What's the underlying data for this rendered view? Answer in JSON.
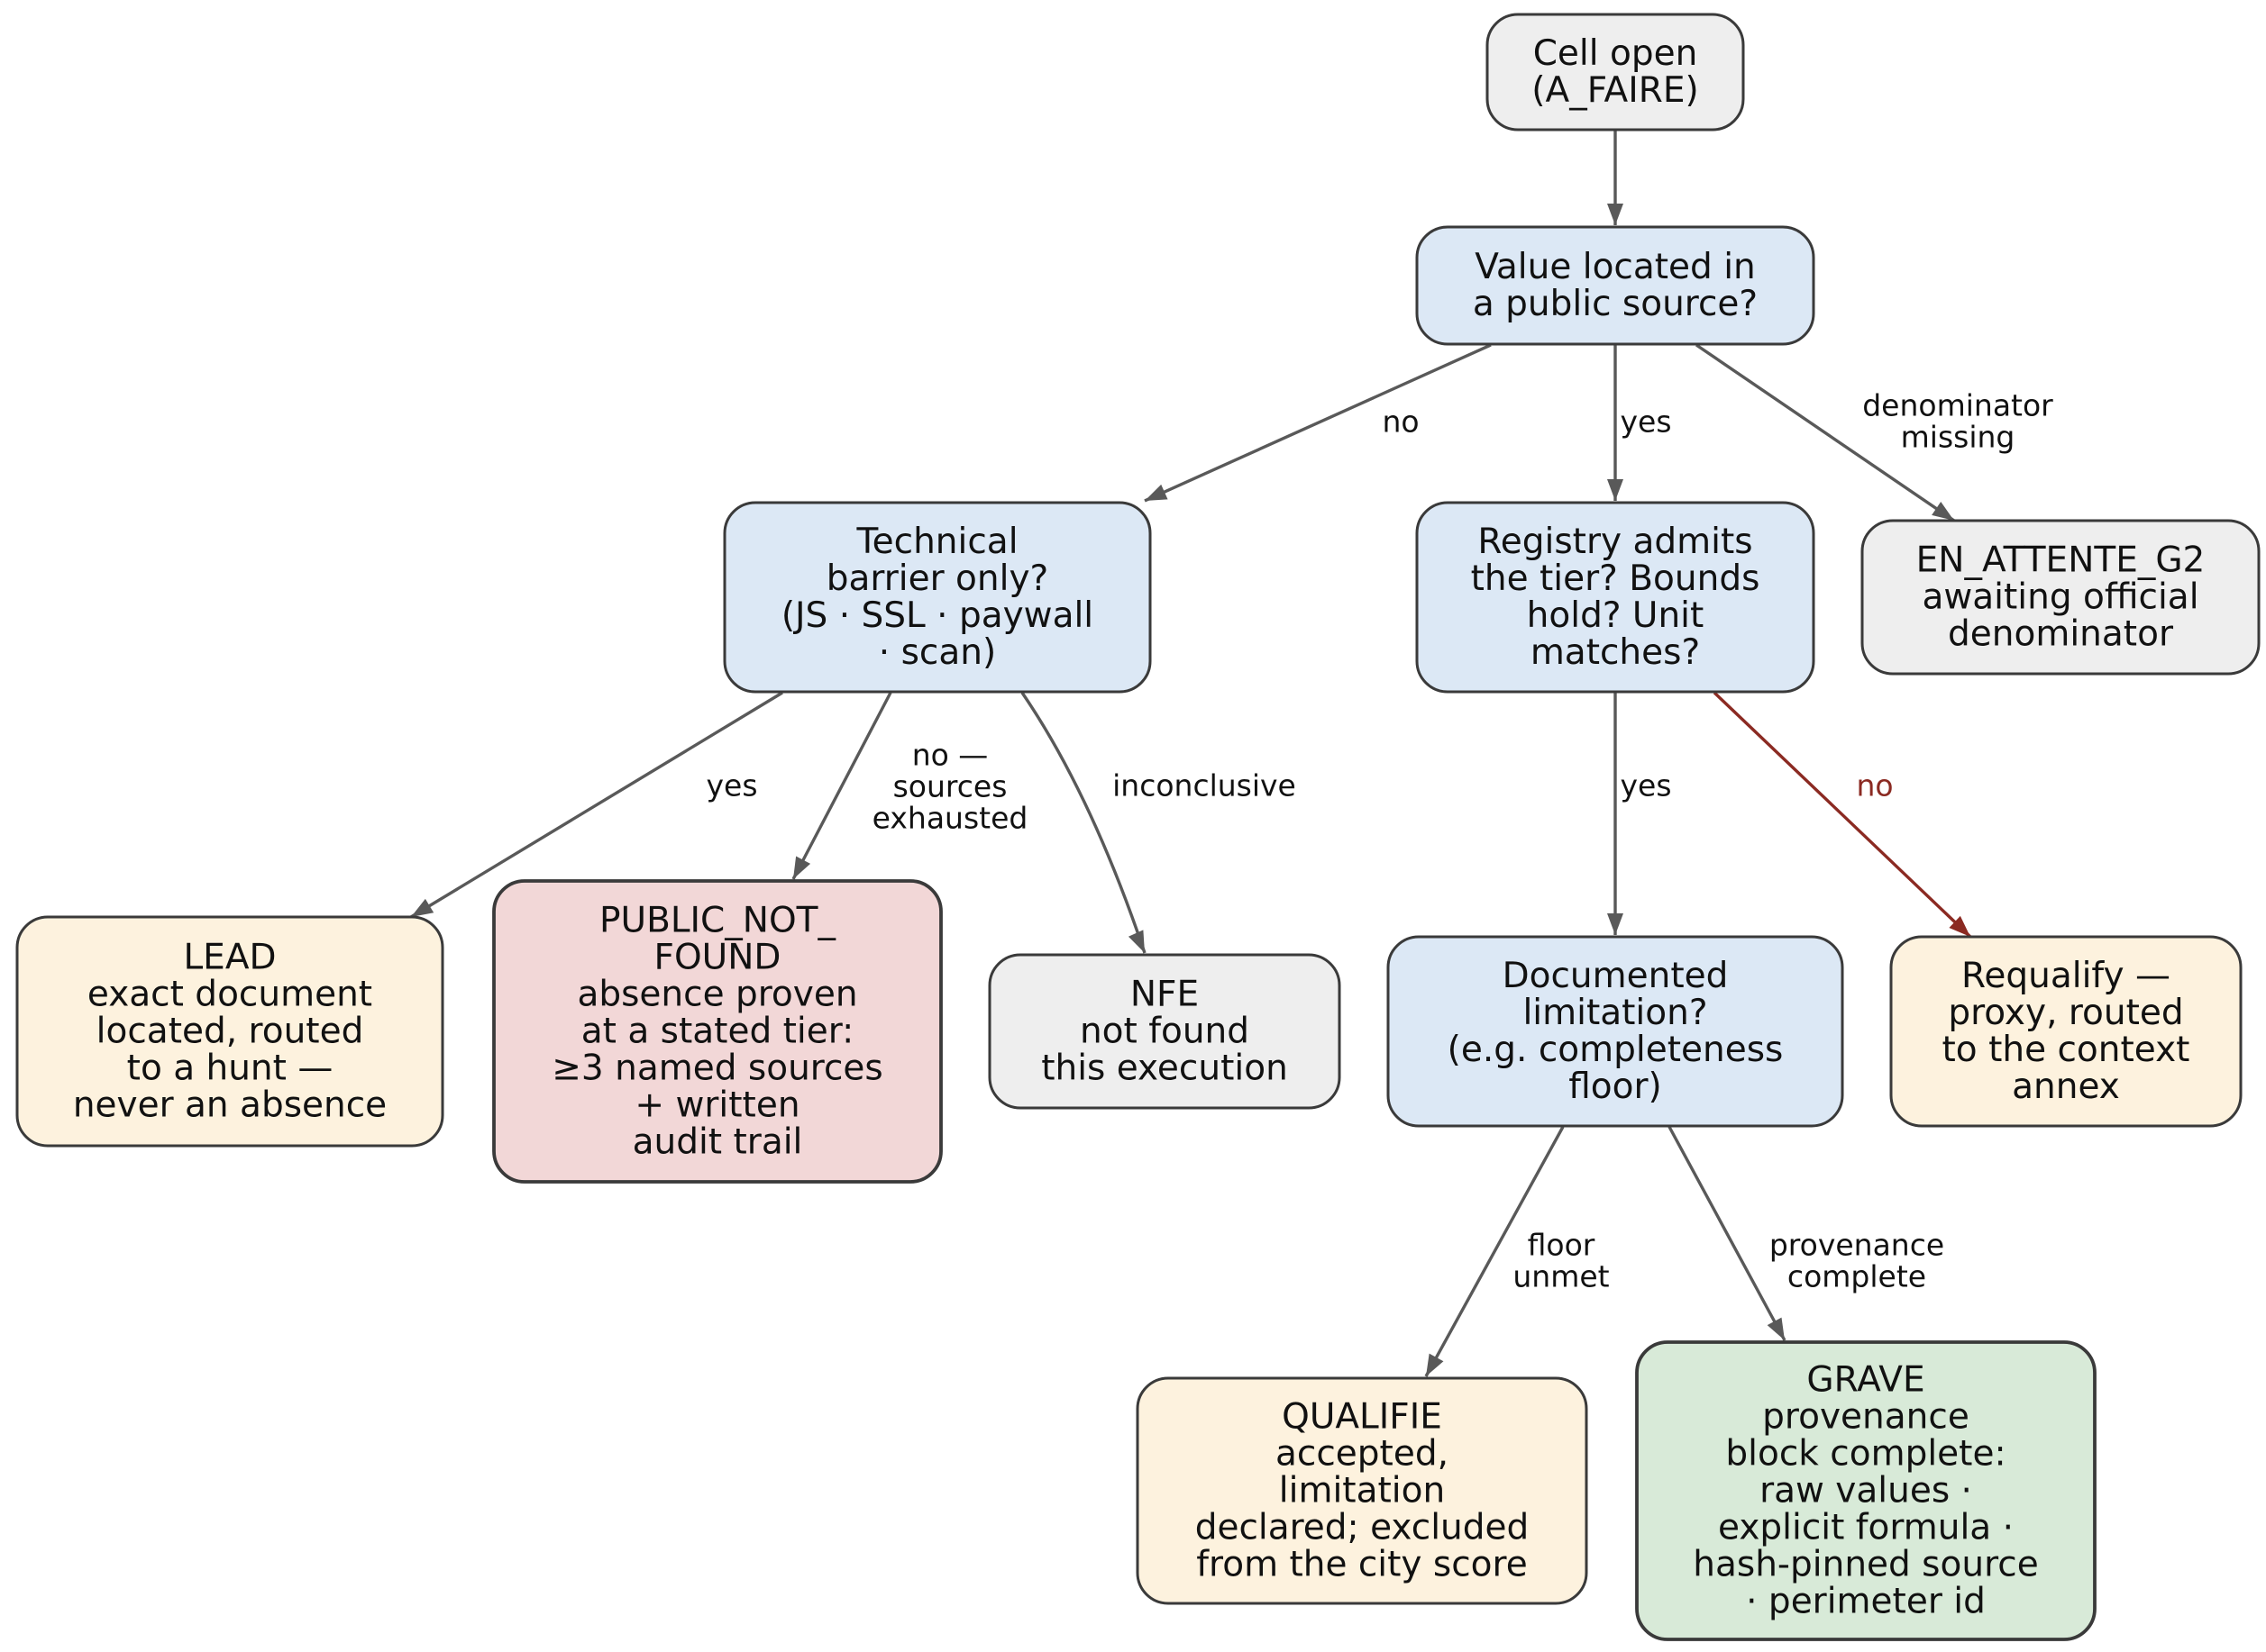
{
  "colors": {
    "gray": "#eeeeee",
    "blue": "#dce8f5",
    "yellow": "#fdf2de",
    "red": "#f2d7d7",
    "green": "#d8ead8",
    "edge": "#595959",
    "edge_red": "#8b2a22"
  },
  "nodes": {
    "cell_open": {
      "lines": [
        "Cell open",
        "(A_FAIRE)"
      ]
    },
    "value_located": {
      "lines": [
        "Value located in",
        "a public source?"
      ]
    },
    "technical_barrier": {
      "lines": [
        "Technical",
        "barrier only?",
        "(JS · SSL · paywall",
        "· scan)"
      ]
    },
    "registry_admits": {
      "lines": [
        "Registry admits",
        "the tier? Bounds",
        "hold? Unit",
        "matches?"
      ]
    },
    "en_attente": {
      "lines": [
        "EN_ATTENTE_G2",
        "awaiting official",
        "denominator"
      ]
    },
    "lead": {
      "lines": [
        "LEAD",
        "exact document",
        "located, routed",
        "to a hunt —",
        "never an absence"
      ]
    },
    "public_not_found": {
      "lines": [
        "PUBLIC_NOT_",
        "FOUND",
        "absence proven",
        "at a stated tier:",
        "≥3 named sources",
        "+ written",
        "audit trail"
      ]
    },
    "nfe": {
      "lines": [
        "NFE",
        "not found",
        "this execution"
      ]
    },
    "documented_limitation": {
      "lines": [
        "Documented",
        "limitation?",
        "(e.g. completeness",
        "floor)"
      ]
    },
    "requalify": {
      "lines": [
        "Requalify —",
        "proxy, routed",
        "to the context",
        "annex"
      ]
    },
    "qualifie": {
      "lines": [
        "QUALIFIE",
        "accepted,",
        "limitation",
        "declared; excluded",
        "from the city score"
      ]
    },
    "grave": {
      "lines": [
        "GRAVE",
        "provenance",
        "block complete:",
        "raw values ·",
        "explicit formula ·",
        "hash-pinned source",
        "· perimeter id"
      ]
    }
  },
  "edge_labels": {
    "value_no": [
      "no"
    ],
    "value_yes": [
      "yes"
    ],
    "value_denominator": [
      "denominator",
      "missing"
    ],
    "barrier_yes": [
      "yes"
    ],
    "barrier_no_exhausted": [
      "no —",
      "sources",
      "exhausted"
    ],
    "barrier_inconclusive": [
      "inconclusive"
    ],
    "registry_yes": [
      "yes"
    ],
    "registry_no": [
      "no"
    ],
    "limitation_floor": [
      "floor",
      "unmet"
    ],
    "limitation_provenance": [
      "provenance",
      "complete"
    ]
  }
}
